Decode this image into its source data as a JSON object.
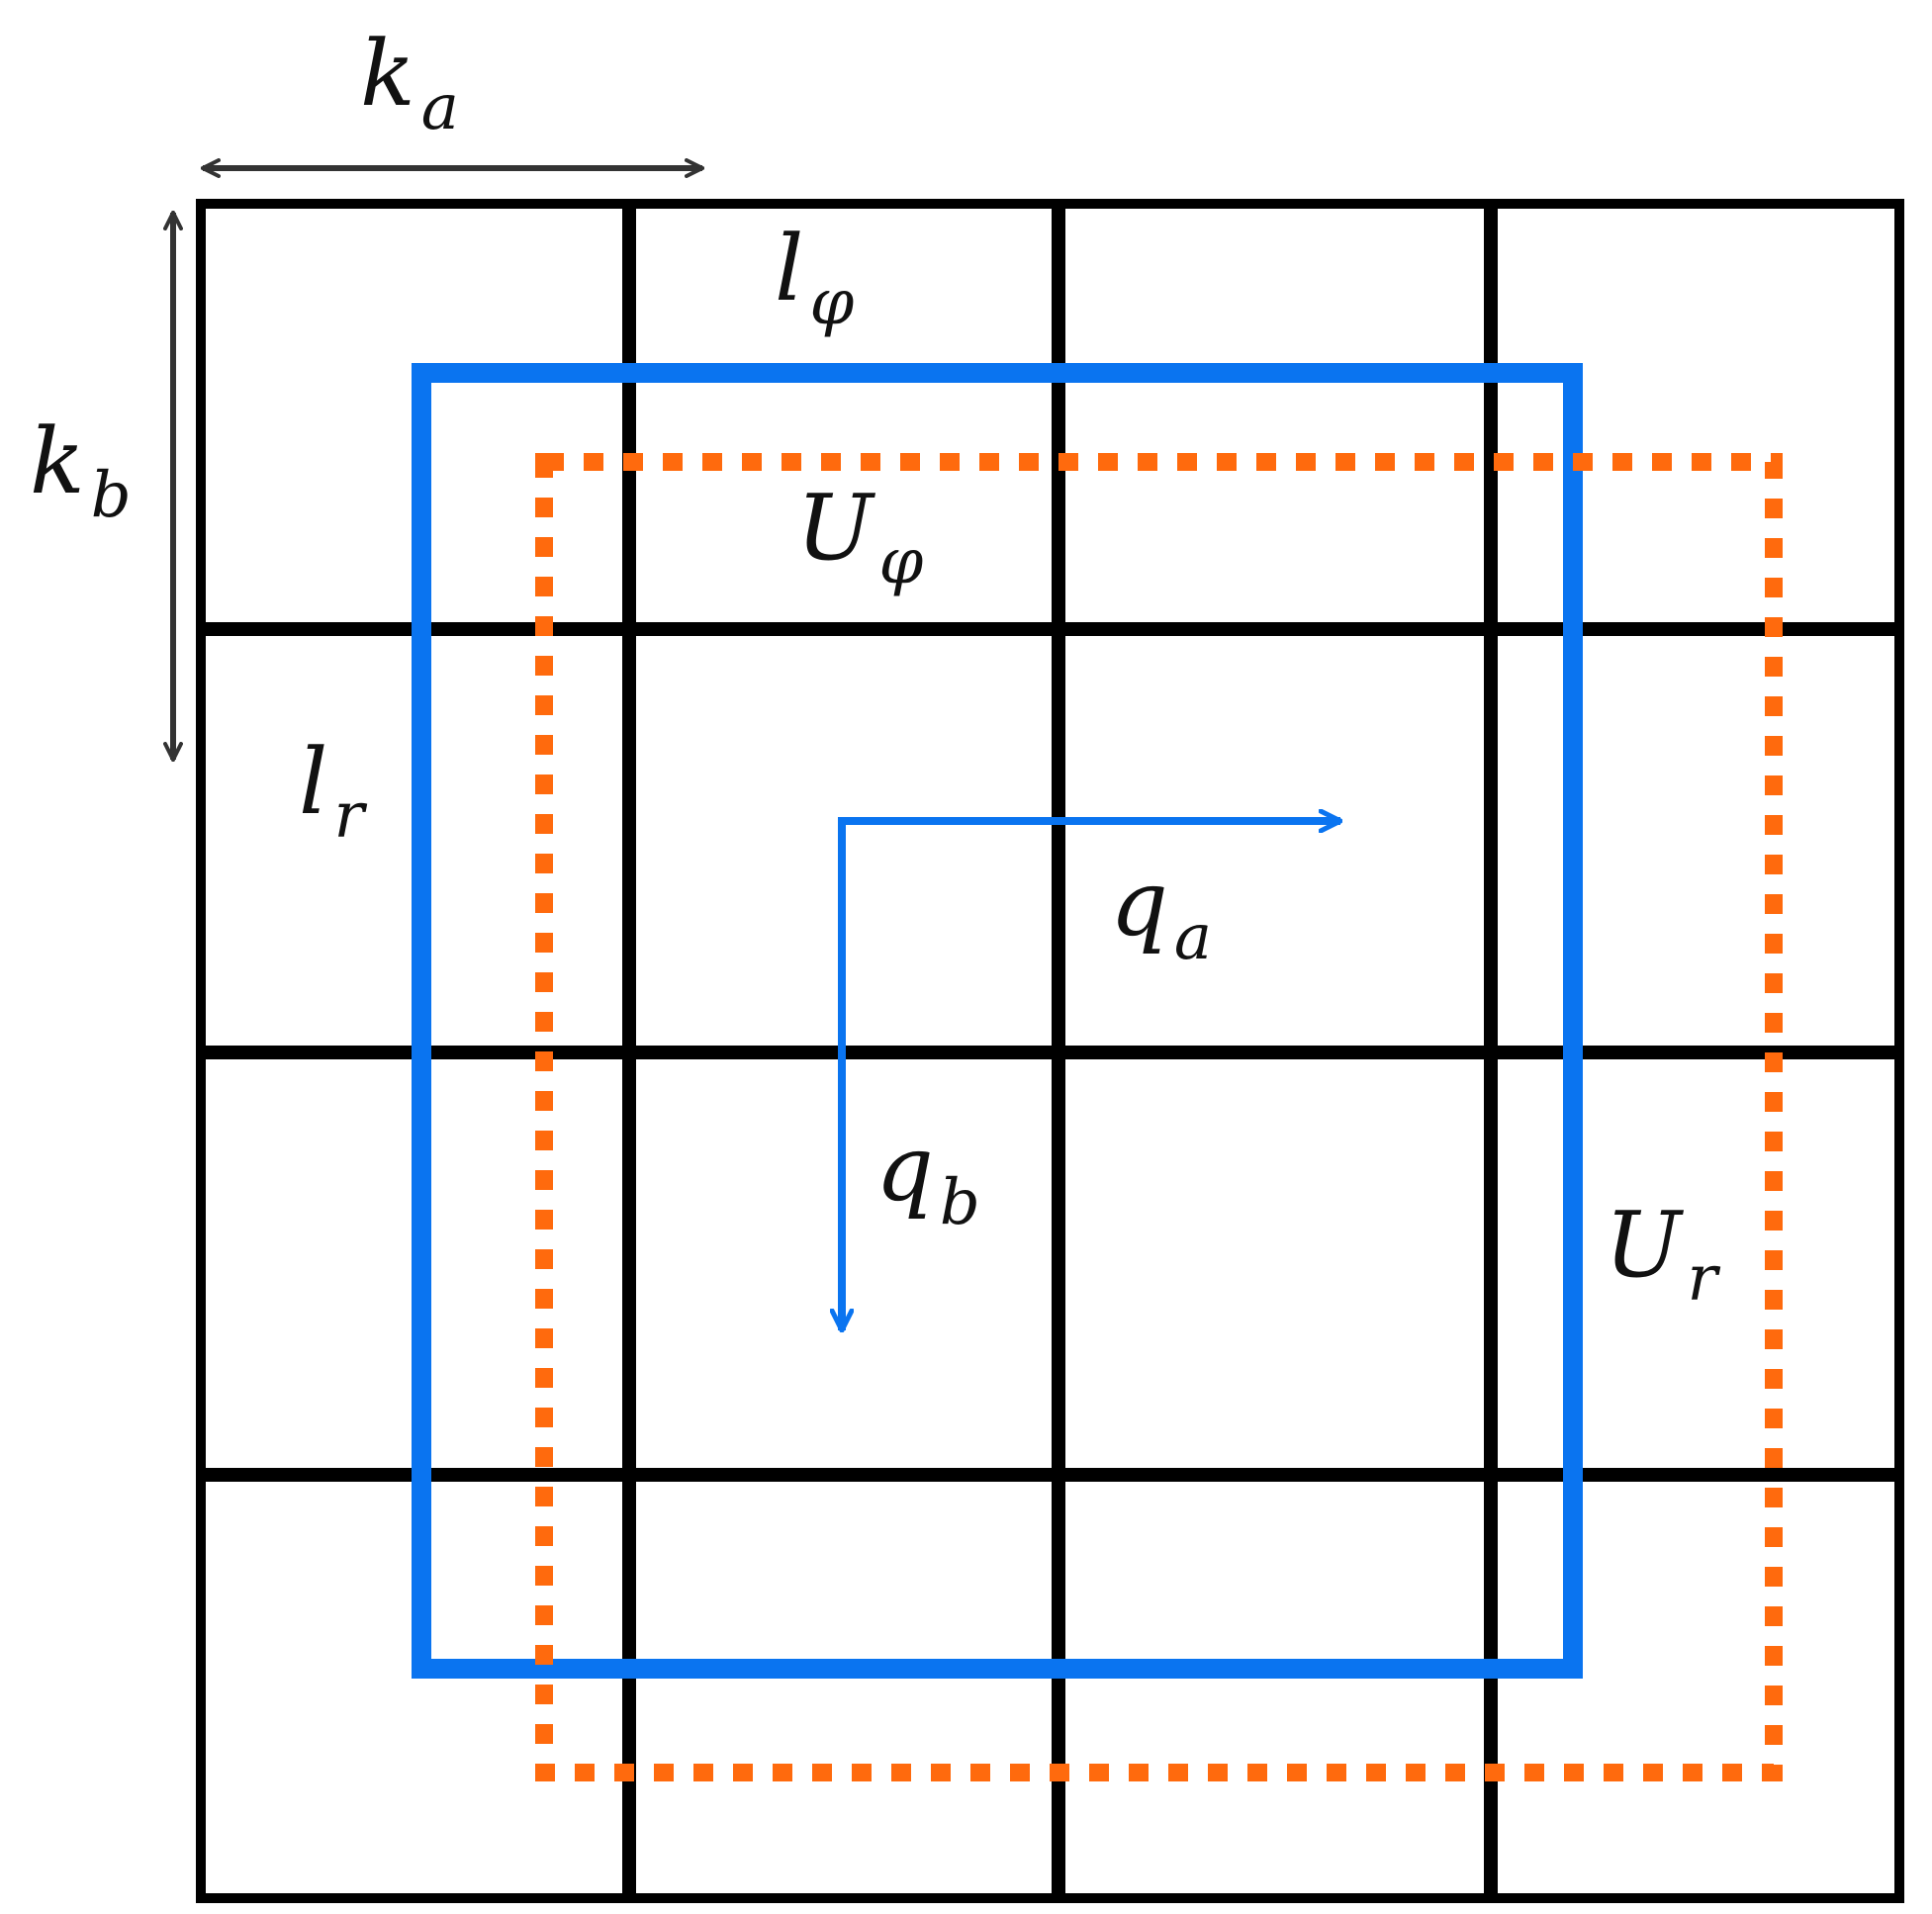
{
  "colors": {
    "grid": "#000000",
    "dimension_arrow": "#333333",
    "solid_box": "#0a74f0",
    "dotted_box": "#ff6a0d",
    "q_arrows": "#0a74f0"
  },
  "labels": {
    "ka": {
      "main": "k",
      "sub": "a"
    },
    "kb": {
      "main": "k",
      "sub": "b"
    },
    "lphi": {
      "main": "l",
      "sub": "φ"
    },
    "uphi": {
      "main": "U",
      "sub": "φ"
    },
    "lr": {
      "main": "l",
      "sub": "r"
    },
    "qa": {
      "main": "q",
      "sub": "a"
    },
    "qb": {
      "main": "q",
      "sub": "b"
    },
    "ur": {
      "main": "U",
      "sub": "r"
    }
  },
  "grid": {
    "rows": 4,
    "columns": 4
  }
}
